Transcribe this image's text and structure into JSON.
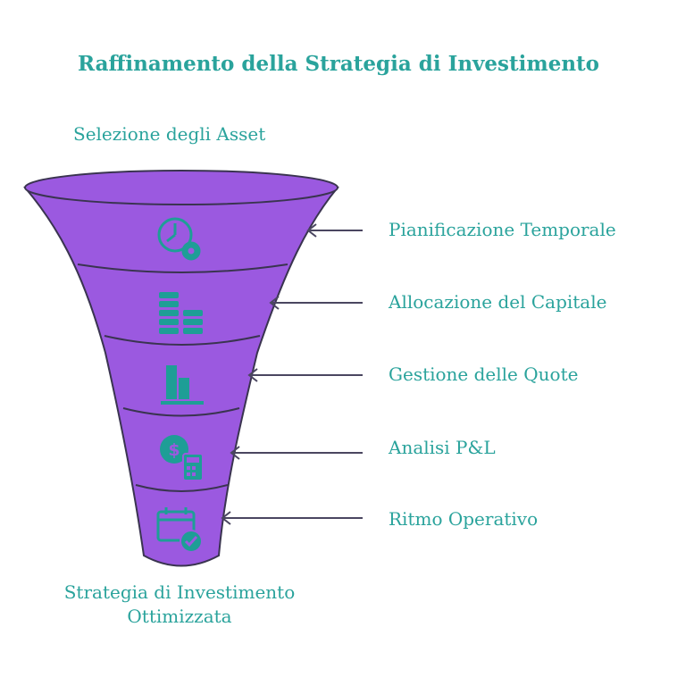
{
  "title": "Raffinamento della Strategia di Investimento",
  "input_label": "Selezione degli Asset",
  "output_label": "Strategia di Investimento Ottimizzata",
  "stages": [
    {
      "label": "Pianificazione Temporale",
      "icon": "clock-gear-icon"
    },
    {
      "label": "Allocazione del Capitale",
      "icon": "coin-stacks-icon"
    },
    {
      "label": "Gestione delle Quote",
      "icon": "bar-chart-icon"
    },
    {
      "label": "Analisi P&L",
      "icon": "dollar-calculator-icon"
    },
    {
      "label": "Ritmo Operativo",
      "icon": "calendar-check-icon"
    }
  ],
  "colors": {
    "funnel_fill": "#9b59e0",
    "funnel_stroke": "#3a3450",
    "icon_color": "#1e9e96",
    "text_color": "#2aa39c",
    "arrow_color": "#4a4660"
  }
}
